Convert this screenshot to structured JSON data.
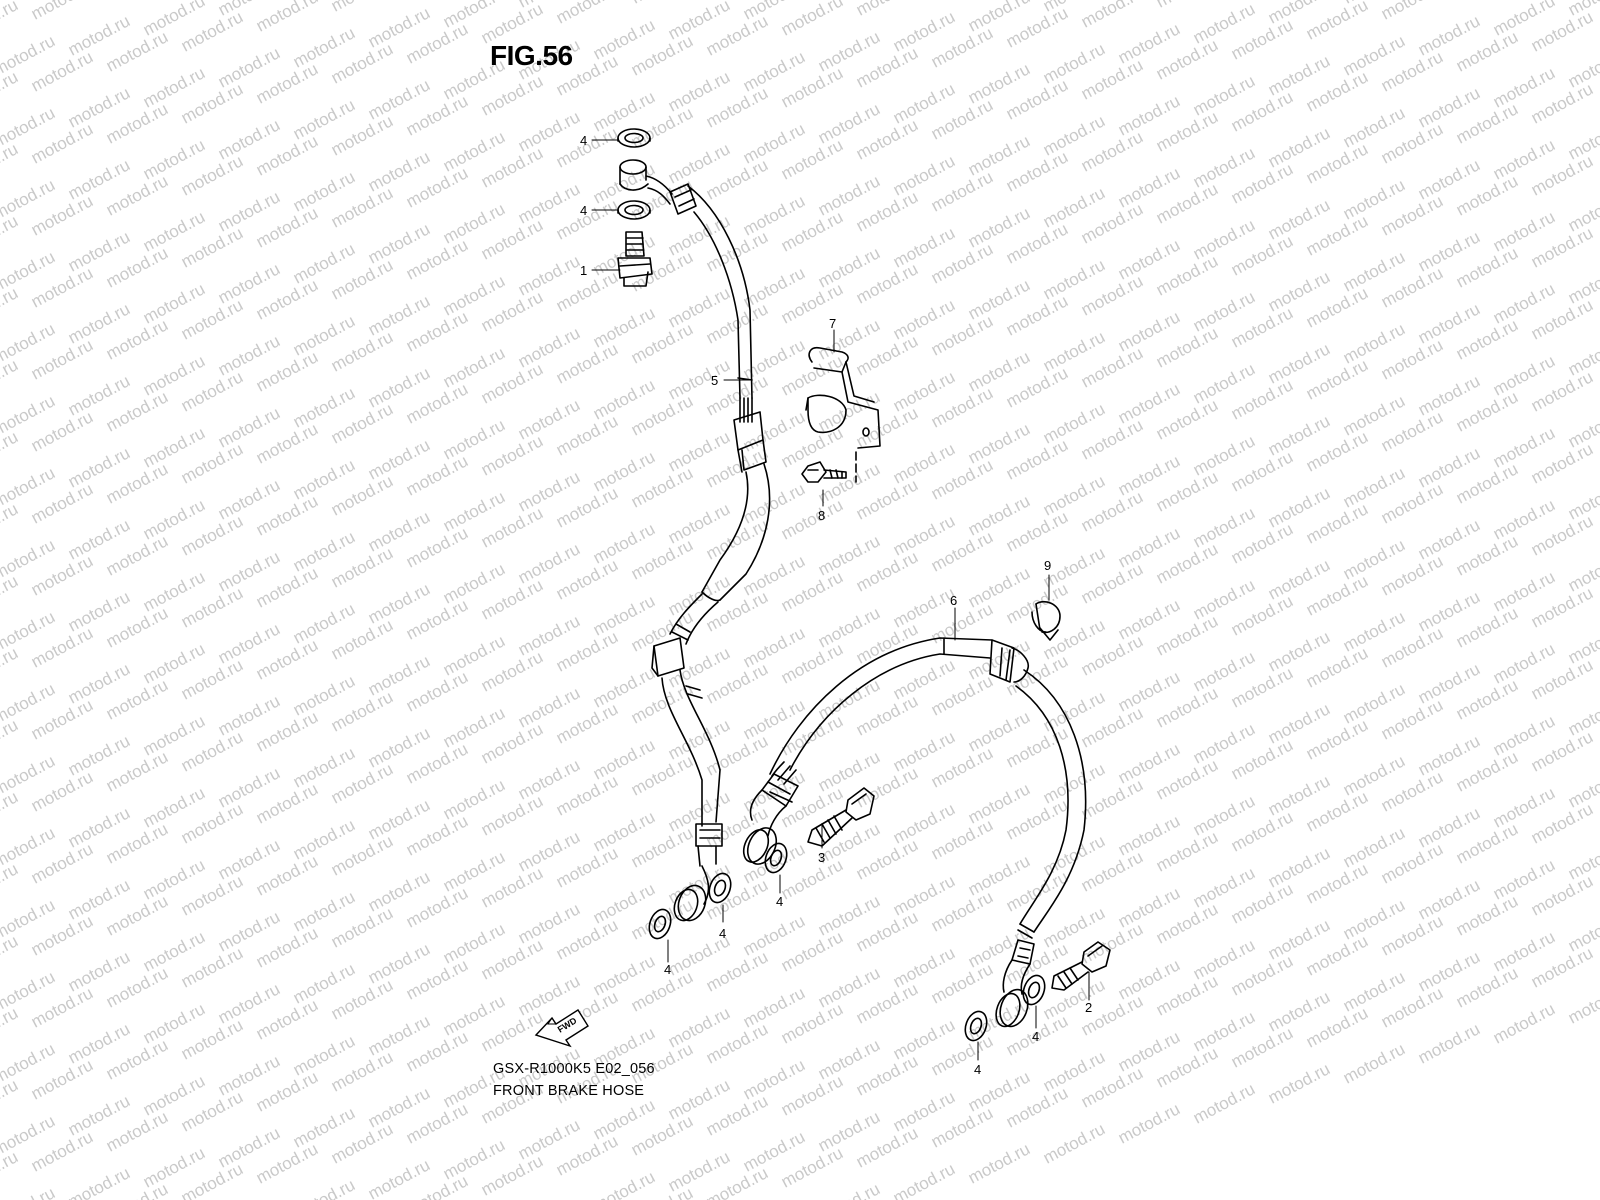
{
  "figure": {
    "title": "FIG.56",
    "code": "GSX-R1000K5 E02_056",
    "caption": "FRONT BRAKE HOSE"
  },
  "watermark": {
    "text": "motod.ru",
    "color": "#c9c9c9"
  },
  "fwd_arrow": {
    "label": "FWD"
  },
  "callouts": [
    {
      "id": "c4a",
      "number": "4"
    },
    {
      "id": "c4b",
      "number": "4"
    },
    {
      "id": "c1",
      "number": "1"
    },
    {
      "id": "c7",
      "number": "7"
    },
    {
      "id": "c5",
      "number": "5"
    },
    {
      "id": "c8",
      "number": "8"
    },
    {
      "id": "c9",
      "number": "9"
    },
    {
      "id": "c6",
      "number": "6"
    },
    {
      "id": "c3",
      "number": "3"
    },
    {
      "id": "c4c",
      "number": "4"
    },
    {
      "id": "c4d",
      "number": "4"
    },
    {
      "id": "c4e",
      "number": "4"
    },
    {
      "id": "c2",
      "number": "2"
    },
    {
      "id": "c4f",
      "number": "4"
    },
    {
      "id": "c4g",
      "number": "4"
    }
  ],
  "colors": {
    "line": "#000000",
    "background": "#ffffff"
  }
}
